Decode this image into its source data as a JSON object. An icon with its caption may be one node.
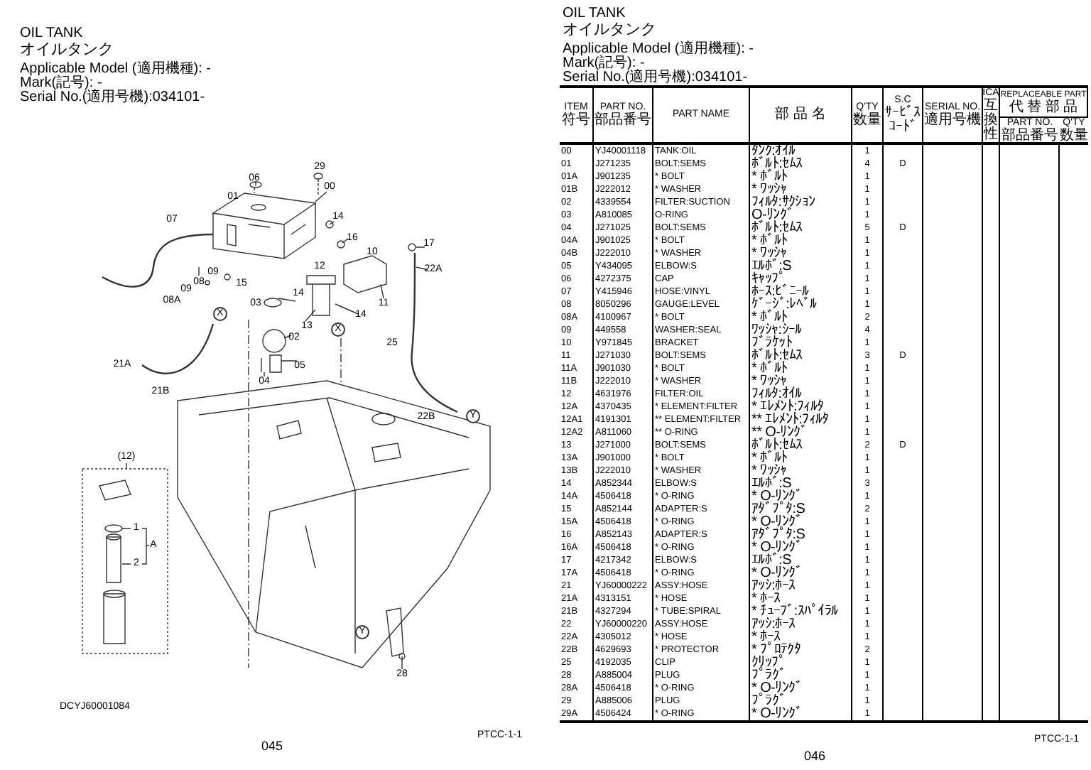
{
  "diagram": {
    "labels": [
      "OIL TANK",
      "オイルタンク",
      "Applicable Model (適用機種): -",
      "Mark(記号): -",
      "Serial No.(適用号機):034101-",
      "29",
      "06",
      "00",
      "01",
      "14",
      "07",
      "16",
      "17",
      "10",
      "12",
      "22A",
      "09",
      "08",
      "15",
      "09",
      "14",
      "08A",
      "03",
      "11",
      "X",
      "14",
      "13",
      "X",
      "02",
      "25",
      "21A",
      "05",
      "04",
      "21B",
      "22B",
      "Y",
      "(12)",
      "1",
      "A",
      "2",
      "Y",
      "28",
      "DCYJ60001084",
      "PTCC-1-1",
      "045",
      "OIL TANK",
      "オイルタンク",
      "Applicable Model (適用機種): -",
      "Mark(記号): -",
      "Serial No.(適用号機):034101-",
      "ITEM",
      "符号",
      "PART NO.",
      "部品番号",
      "PART NAME",
      "部 品 名",
      "Q'TY",
      "数量",
      "S.C",
      "ｻｰﾋﾞｽｺｰﾄﾞ",
      "SERIAL NO.",
      "適用号機",
      "ICA",
      "互換性",
      "REPLACEABLE PART",
      "代 替 部 品",
      "PART NO.",
      "部品番号",
      "Q'TY",
      "数量",
      "00",
      "YJ40001118",
      "TANK:OIL",
      "ﾀﾝｸ:ｵｲﾙ",
      "1",
      "01",
      "J271235",
      "BOLT:SEMS",
      "ﾎﾞﾙﾄ:ｾﾑｽ",
      "4",
      "D",
      "01A",
      "J901235",
      "* BOLT",
      "* ﾎﾞﾙﾄ",
      "1",
      "01B",
      "J222012",
      "* WASHER",
      "* ﾜｯｼｬ",
      "1",
      "02",
      "4339554",
      "FILTER:SUCTION",
      "ﾌｨﾙﾀ:ｻｸｼｮﾝ",
      "1",
      "03",
      "A810085",
      "O-RING",
      "O-ﾘﾝｸﾞ",
      "1",
      "04",
      "J271025",
      "BOLT:SEMS",
      "ﾎﾞﾙﾄ:ｾﾑｽ",
      "5",
      "D",
      "04A",
      "J901025",
      "* BOLT",
      "* ﾎﾞﾙﾄ",
      "1",
      "04B",
      "J222010",
      "* WASHER",
      "* ﾜｯｼｬ",
      "1",
      "05",
      "Y434095",
      "ELBOW:S",
      "ｴﾙﾎﾞ:S",
      "1",
      "06",
      "4272375",
      "CAP",
      "ｷｬｯﾌﾟ",
      "1",
      "07",
      "Y415946",
      "HOSE:VINYL",
      "ﾎｰｽ:ﾋﾞﾆｰﾙ",
      "1",
      "08",
      "8050296",
      "GAUGE:LEVEL",
      "ｹﾞｰｼﾞ:ﾚﾍﾞﾙ",
      "1",
      "08A",
      "4100967",
      "* BOLT",
      "* ﾎﾞﾙﾄ",
      "2",
      "09",
      "449558",
      "WASHER:SEAL",
      "ﾜｯｼｬ:ｼｰﾙ",
      "4",
      "10",
      "Y971845",
      "BRACKET",
      "ﾌﾞﾗｹｯﾄ",
      "1",
      "11",
      "J271030",
      "BOLT:SEMS",
      "ﾎﾞﾙﾄ:ｾﾑｽ",
      "3",
      "D",
      "11A",
      "J901030",
      "* BOLT",
      "* ﾎﾞﾙﾄ",
      "1",
      "11B",
      "J222010",
      "* WASHER",
      "* ﾜｯｼｬ",
      "1",
      "12",
      "4631976",
      "FILTER:OIL",
      "ﾌｨﾙﾀ:ｵｲﾙ",
      "1",
      "12A",
      "4370435",
      "* ELEMENT:FILTER",
      "* ｴﾚﾒﾝﾄ:ﾌｨﾙﾀ",
      "1",
      "12A1",
      "4191301",
      "** ELEMENT:FILTER",
      "** ｴﾚﾒﾝﾄ:ﾌｨﾙﾀ",
      "1",
      "12A2",
      "A811060",
      "** O-RING",
      "** O-ﾘﾝｸﾞ",
      "1",
      "13",
      "J271000",
      "BOLT:SEMS",
      "ﾎﾞﾙﾄ:ｾﾑｽ",
      "2",
      "D",
      "13A",
      "J901000",
      "* BOLT",
      "* ﾎﾞﾙﾄ",
      "1",
      "13B",
      "J222010",
      "* WASHER",
      "* ﾜｯｼｬ",
      "1",
      "14",
      "A852344",
      "ELBOW:S",
      "ｴﾙﾎﾞ:S",
      "3",
      "14A",
      "4506418",
      "* O-RING",
      "* O-ﾘﾝｸﾞ",
      "1",
      "15",
      "A852144",
      "ADAPTER:S",
      "ｱﾀﾞﾌﾟﾀ:S",
      "2",
      "15A",
      "4506418",
      "* O-RING",
      "* O-ﾘﾝｸﾞ",
      "1",
      "16",
      "A852143",
      "ADAPTER:S",
      "ｱﾀﾞﾌﾟﾀ:S",
      "1",
      "16A",
      "4506418",
      "* O-RING",
      "* O-ﾘﾝｸﾞ",
      "1",
      "17",
      "4217342",
      "ELBOW:S",
      "ｴﾙﾎﾞ:S",
      "1",
      "17A",
      "4506418",
      "* O-RING",
      "* O-ﾘﾝｸﾞ",
      "1",
      "21",
      "YJ60000222",
      "ASSY:HOSE",
      "ｱｯｼ:ﾎｰｽ",
      "1",
      "21A",
      "4313151",
      "* HOSE",
      "* ﾎｰｽ",
      "1",
      "21B",
      "4327294",
      "* TUBE:SPIRAL",
      "* ﾁｭｰﾌﾞ:ｽﾊﾟｲﾗﾙ",
      "1",
      "22",
      "YJ60000220",
      "ASSY:HOSE",
      "ｱｯｼ:ﾎｰｽ",
      "1",
      "22A",
      "4305012",
      "* HOSE",
      "* ﾎｰｽ",
      "1",
      "22B",
      "4629693",
      "* PROTECTOR",
      "* ﾌﾟﾛﾃｸﾀ",
      "2",
      "25",
      "4192035",
      "CLIP",
      "ｸﾘｯﾌﾟ",
      "1",
      "28",
      "A885004",
      "PLUG",
      "ﾌﾟﾗｸﾞ",
      "1",
      "28A",
      "4506418",
      "* O-RING",
      "* O-ﾘﾝｸﾞ",
      "1",
      "29",
      "A885006",
      "PLUG",
      "ﾌﾟﾗｸﾞ",
      "1",
      "29A",
      "4506424",
      "* O-RING",
      "* O-ﾘﾝｸﾞ",
      "1",
      "PTCC-1-1",
      "046"
    ]
  }
}
